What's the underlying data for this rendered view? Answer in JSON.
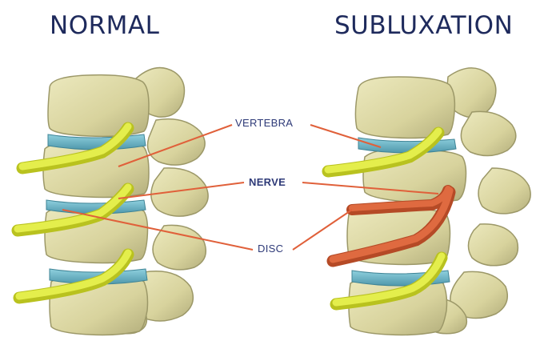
{
  "headings": {
    "normal": "NORMAL",
    "subluxation": "SUBLUXATION"
  },
  "labels": {
    "vertebra": "VERTEBRA",
    "nerve": "NERVE",
    "disc": "DISC"
  },
  "colors": {
    "bone": "#ddd9a6",
    "bone_shadow": "#a9a574",
    "disc": "#6fb7c9",
    "nerve_healthy": "#d7e23a",
    "nerve_pinched": "#d9623a",
    "leader_line": "#e0603a",
    "heading_text": "#1e2a5c",
    "label_text": "#2e3a78"
  }
}
